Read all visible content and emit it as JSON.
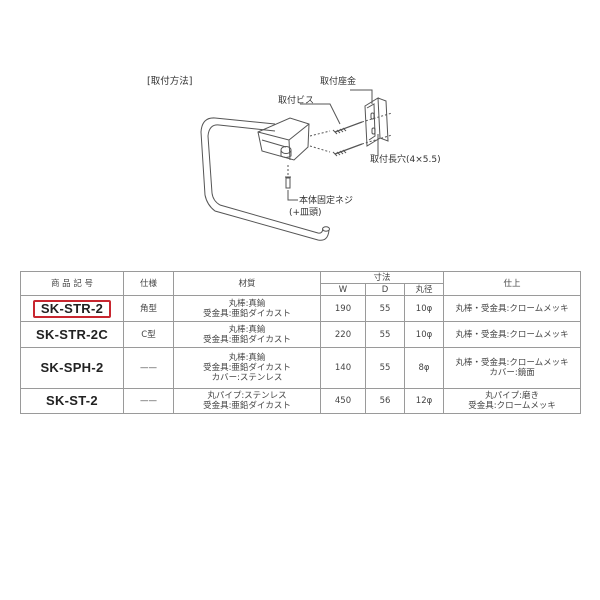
{
  "diagram": {
    "title": "[取付方法]",
    "label_plate": "取付座金",
    "label_screw": "取付ビス",
    "label_slot": "取付長穴(4×5.5)",
    "label_fix_screw": "本体固定ネジ",
    "label_fix_screw_sub": "(+皿頭)"
  },
  "table": {
    "headers": {
      "code": "商 品 記 号",
      "type": "仕様",
      "material": "材質",
      "dims": "寸法",
      "w": "W",
      "d": "D",
      "dia": "丸径",
      "finish": "仕上"
    },
    "rows": [
      {
        "code": "SK-STR-2",
        "type": "角型",
        "material": [
          "丸棒:真鍮",
          "受金具:亜鉛ダイカスト"
        ],
        "w": "190",
        "d": "55",
        "dia": "10φ",
        "finish": [
          "丸棒・受金具:クロームメッキ"
        ]
      },
      {
        "code": "SK-STR-2C",
        "type": "C型",
        "material": [
          "丸棒:真鍮",
          "受金具:亜鉛ダイカスト"
        ],
        "w": "220",
        "d": "55",
        "dia": "10φ",
        "finish": [
          "丸棒・受金具:クロームメッキ"
        ]
      },
      {
        "code": "SK-SPH-2",
        "type": "——",
        "material": [
          "丸棒:真鍮",
          "受金具:亜鉛ダイカスト",
          "カバー:ステンレス"
        ],
        "w": "140",
        "d": "55",
        "dia": "8φ",
        "finish": [
          "丸棒・受金具:クロームメッキ",
          "カバー:鏡面"
        ]
      },
      {
        "code": "SK-ST-2",
        "type": "——",
        "material": [
          "丸パイプ:ステンレス",
          "受金具:亜鉛ダイカスト"
        ],
        "w": "450",
        "d": "56",
        "dia": "12φ",
        "finish": [
          "丸パイプ:磨き",
          "受金具:クロームメッキ"
        ]
      }
    ]
  },
  "colors": {
    "highlight": "#c8262f",
    "line": "#555555",
    "grid": "#9a9a9a"
  }
}
